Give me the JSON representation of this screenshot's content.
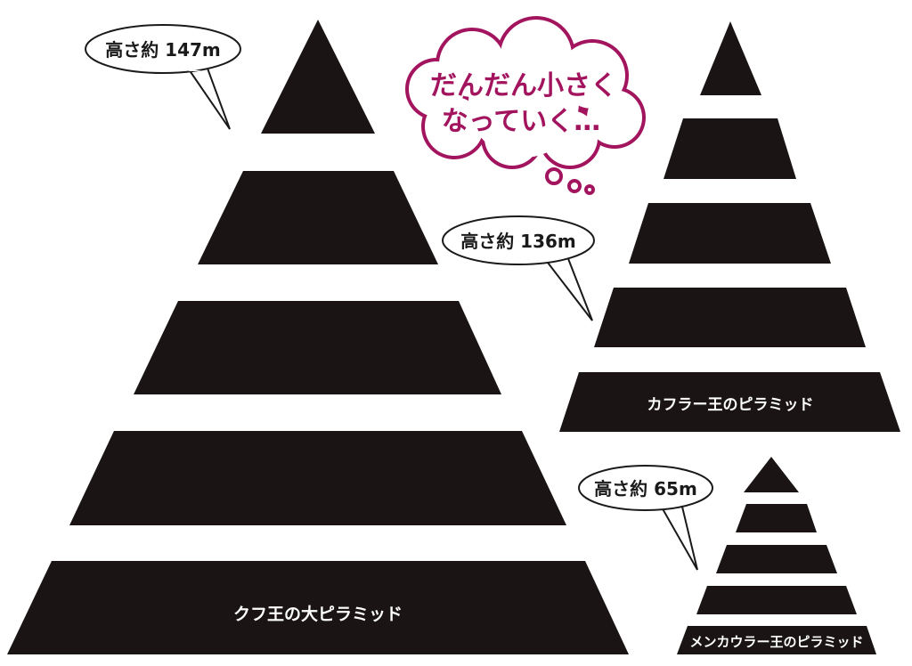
{
  "pyramids": [
    {
      "name": "クフ王の大ピラミッド",
      "height_label": "高さ約 147m",
      "height_m": 147
    },
    {
      "name": "カフラー王のピラミッド",
      "height_label": "高さ約 136m",
      "height_m": 136
    },
    {
      "name": "メンカウラー王のピラミッド",
      "height_label": "高さ約 65m",
      "height_m": 65
    }
  ],
  "thought": {
    "line1": "だんだん小さく",
    "line2": "なっていく…"
  },
  "colors": {
    "pyramid": "#1a1414",
    "accent": "#a3145e"
  }
}
